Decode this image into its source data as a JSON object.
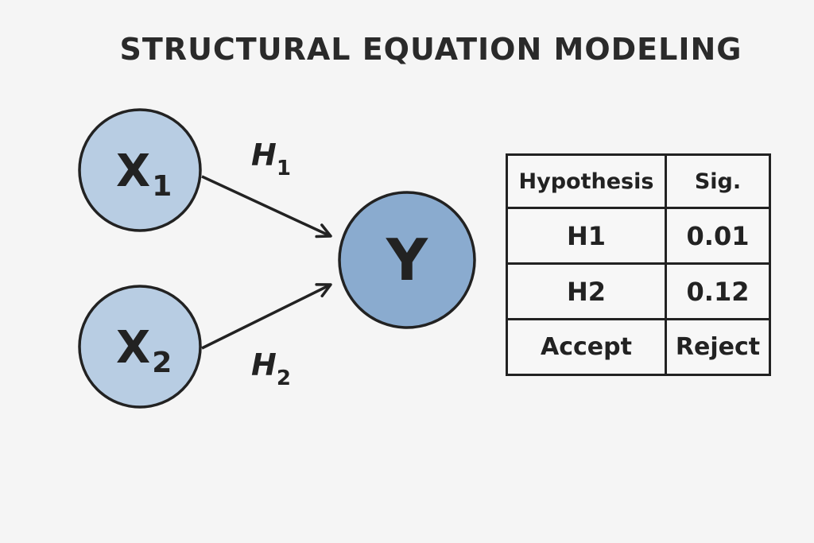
{
  "title": "STRUCTURAL EQUATION MODELING",
  "colors": {
    "node_x_fill": "#b8cde3",
    "node_y_fill": "#8aabcf",
    "stroke": "#222222",
    "background": "#f5f5f5"
  },
  "nodes": {
    "x1": {
      "main": "X",
      "sub": "1"
    },
    "x2": {
      "main": "X",
      "sub": "2"
    },
    "y": {
      "main": "Y"
    }
  },
  "edges": {
    "h1": {
      "main": "H",
      "sub": "1"
    },
    "h2": {
      "main": "H",
      "sub": "2"
    }
  },
  "table": {
    "headers": [
      "Hypothesis",
      "Sig."
    ],
    "rows": [
      [
        "H1",
        "0.01"
      ],
      [
        "H2",
        "0.12"
      ],
      [
        "Accept",
        "Reject"
      ]
    ]
  }
}
